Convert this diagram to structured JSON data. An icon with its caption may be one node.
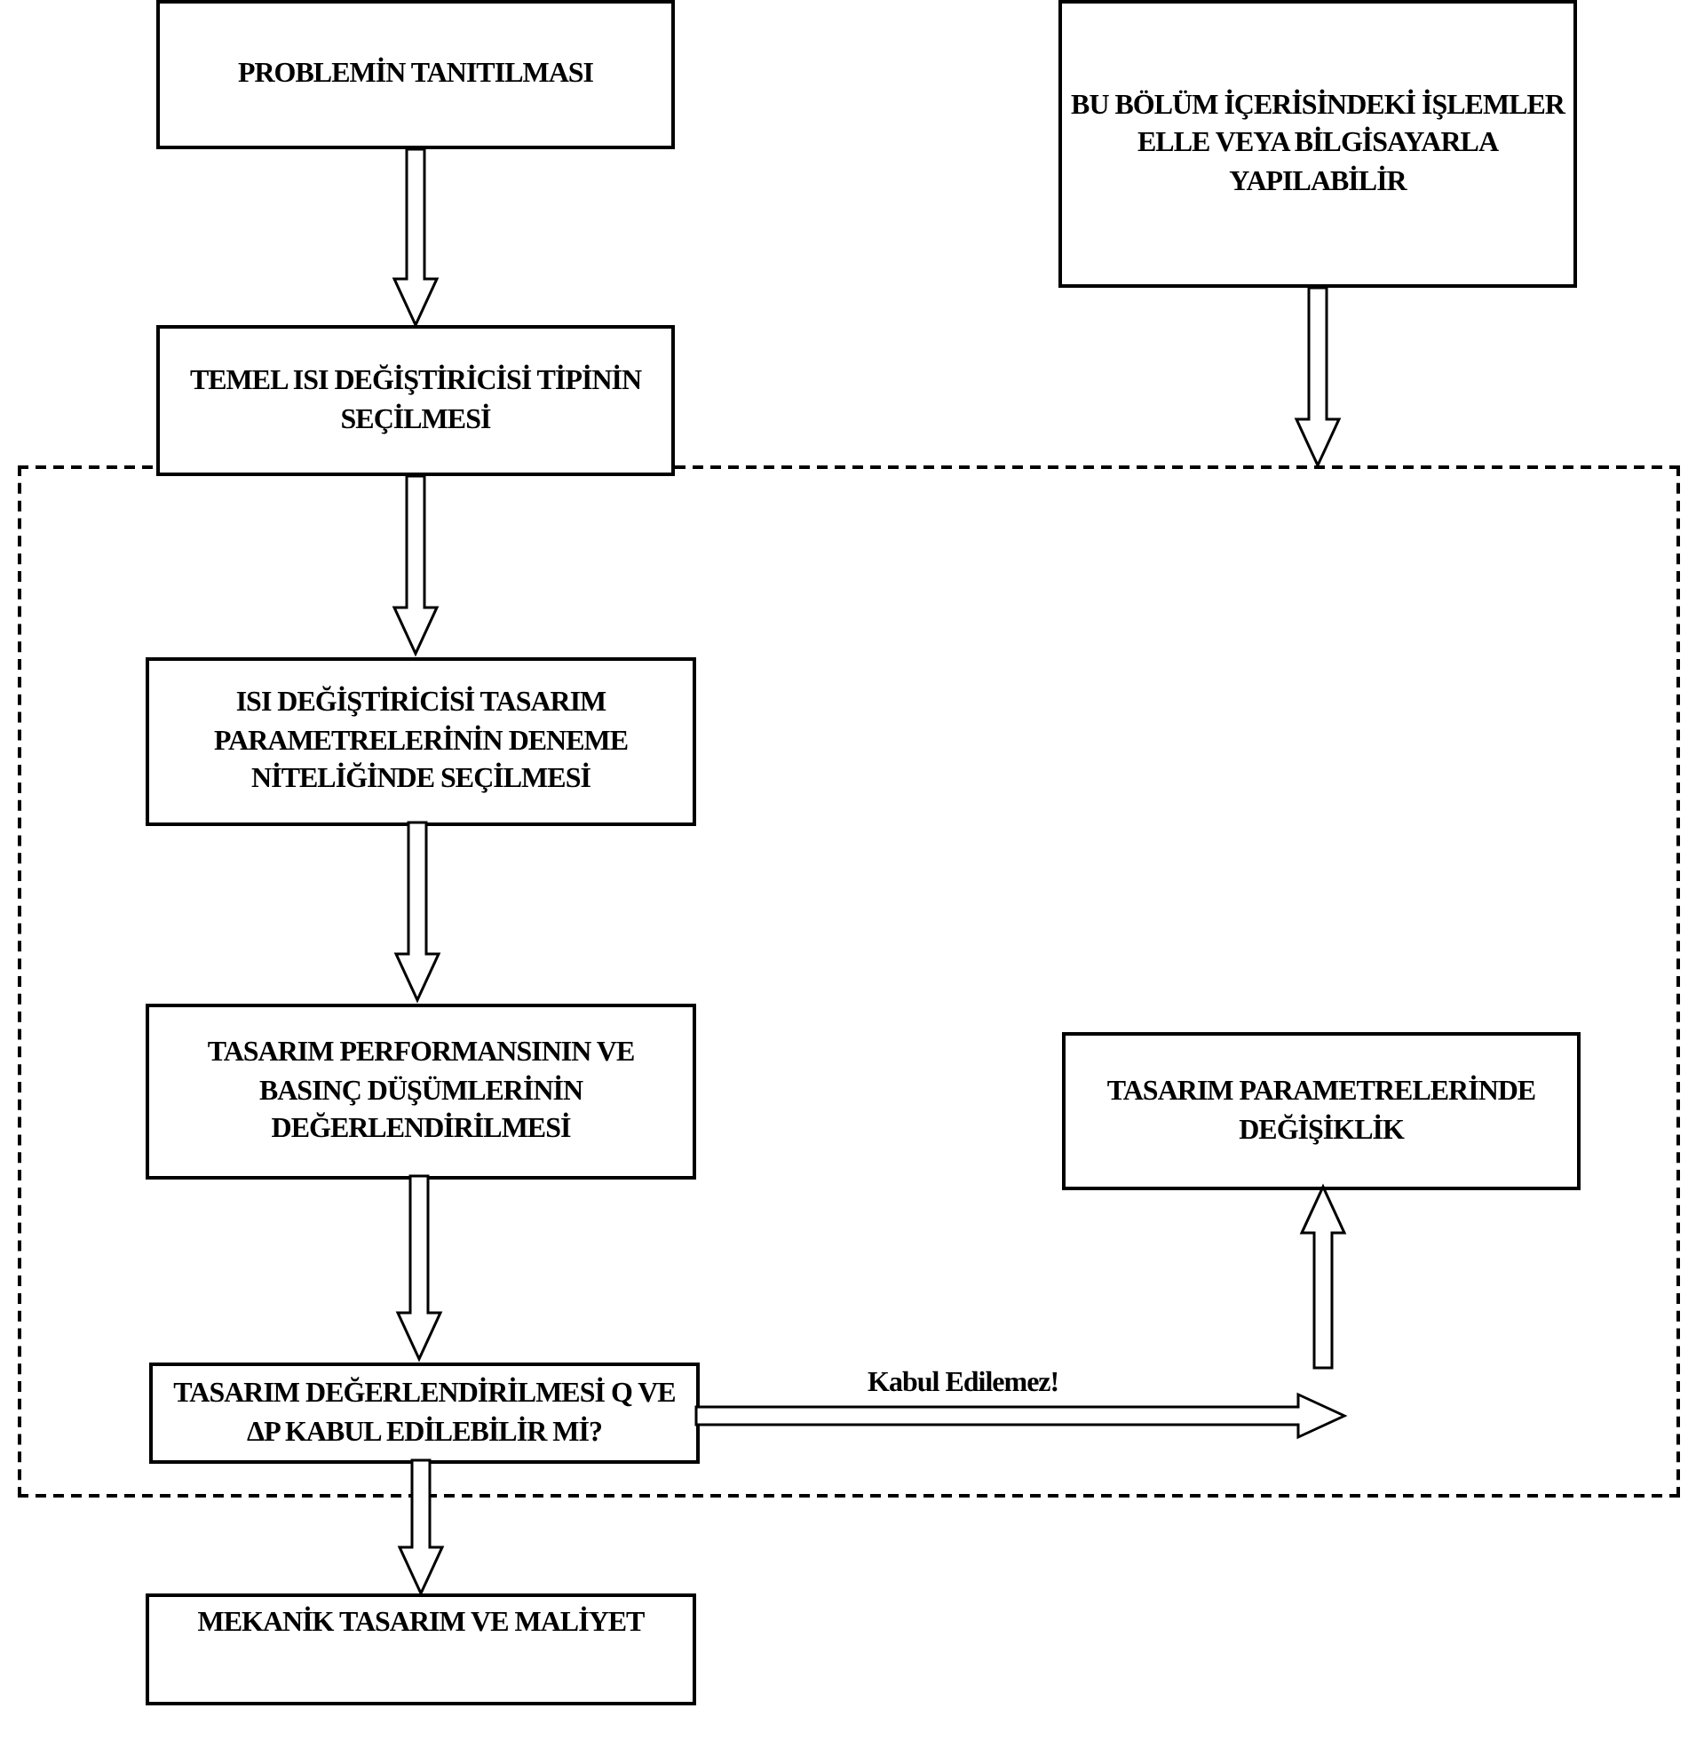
{
  "diagram": {
    "nodes": [
      {
        "text": [
          "PROBLEMİN TANITILMASI"
        ]
      },
      {
        "text": [
          "TEMEL ISI DEĞİŞTİRİCİSİ TİPİNİN SEÇİLMESİ"
        ]
      },
      {
        "text": [
          "BU BÖLÜM İÇERİSİNDEKİ İŞLEMLER ELLE VEYA BİLGİSAYARLA YAPILABİLİR"
        ]
      },
      {
        "text": [],
        "shape": "box"
      },
      {
        "text": [
          "ISI DEĞİŞTİRİCİSİ TASARIM PARAMETRELERİNİN DENEME NİTELİĞİNDE SEÇİLMESİ"
        ],
        "in": 3
      },
      {
        "text": [
          "TASARIM PERFORMANSININ VE BASINÇ DÜŞÜMLERİNİN DEĞERLENDİRİLMESİ"
        ],
        "in": 3
      },
      {
        "text": [
          "TASARIM PARAMETRELERİNDE DEĞİŞİKLİK"
        ],
        "in": 3
      },
      {
        "text": [
          "TASARIM DEĞERLENDİRİLMESİ Q VE ΔP KABUL EDİLEBİLİR Mİ?"
        ],
        "in": 3
      },
      {
        "text": [
          "MEKANİK TASARIM VE MALİYET"
        ]
      }
    ],
    "edges": [
      {
        "from": 0,
        "to": 1,
        "arrow": "to"
      },
      {
        "from": 1,
        "to": 4,
        "arrow": "to"
      },
      {
        "from": 2,
        "to": 3,
        "arrow": "to"
      },
      {
        "from": 4,
        "to": 5,
        "arrow": "to"
      },
      {
        "from": 5,
        "to": 7,
        "arrow": "to"
      },
      {
        "from": 7,
        "to": null,
        "arrow": "to",
        "label": "Kabul Edilemez!"
      },
      {
        "from": null,
        "to": 6,
        "arrow": "to"
      },
      {
        "from": 7,
        "to": 8,
        "arrow": "to"
      }
    ]
  }
}
